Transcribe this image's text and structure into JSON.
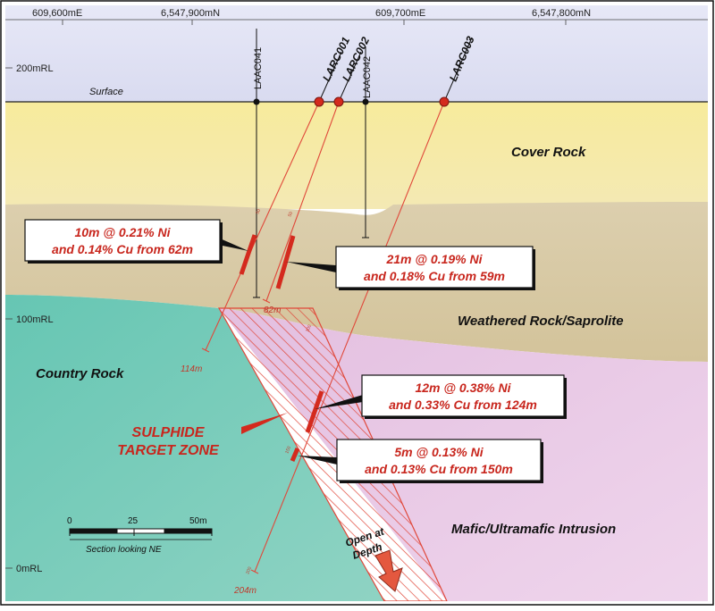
{
  "coords": {
    "e1": "609,600mE",
    "n1": "6,547,900mN",
    "e2": "609,700mE",
    "n2": "6,547,800mN"
  },
  "levels": {
    "rl200": "200mRL",
    "rl100": "100mRL",
    "rl0": "0mRL"
  },
  "surface_label": "Surface",
  "units": {
    "cover": "Cover Rock",
    "weathered": "Weathered Rock/Saprolite",
    "country": "Country Rock",
    "mafic": "Mafic/Ultramafic Intrusion"
  },
  "holes": {
    "laac041": "LAAC041",
    "larc001": "LARC001",
    "larc002": "LARC002",
    "laac042": "LAAC042",
    "larc003": "LARC003"
  },
  "depths": {
    "larc001": "114m",
    "laac041": "82m",
    "larc002": "204m"
  },
  "ticks": {
    "t50": "50",
    "t100": "100",
    "t150": "150",
    "t200": "200"
  },
  "intercepts": {
    "a": {
      "line1": "10m @ 0.21% Ni",
      "line2": "and 0.14% Cu from 62m"
    },
    "b": {
      "line1": "21m @ 0.19% Ni",
      "line2": "and 0.18% Cu from 59m"
    },
    "c": {
      "line1": "12m @ 0.38% Ni",
      "line2": "and 0.33% Cu from 124m"
    },
    "d": {
      "line1": "5m @ 0.13% Ni",
      "line2": "and 0.13% Cu from 150m"
    }
  },
  "target": {
    "line1": "SULPHIDE",
    "line2": "TARGET ZONE"
  },
  "open_at_depth": {
    "line1": "Open at",
    "line2": "Depth"
  },
  "scale": {
    "s0": "0",
    "s25": "25",
    "s50": "50m",
    "caption": "Section looking NE"
  },
  "colors": {
    "sky": "#dfe0f3",
    "cover": "#f8efa6",
    "weathered": "#d9cba3",
    "country": "#6fc9b4",
    "mafic": "#e8c4e6",
    "drill": "#e0483a",
    "highlight": "#d42a1e"
  }
}
